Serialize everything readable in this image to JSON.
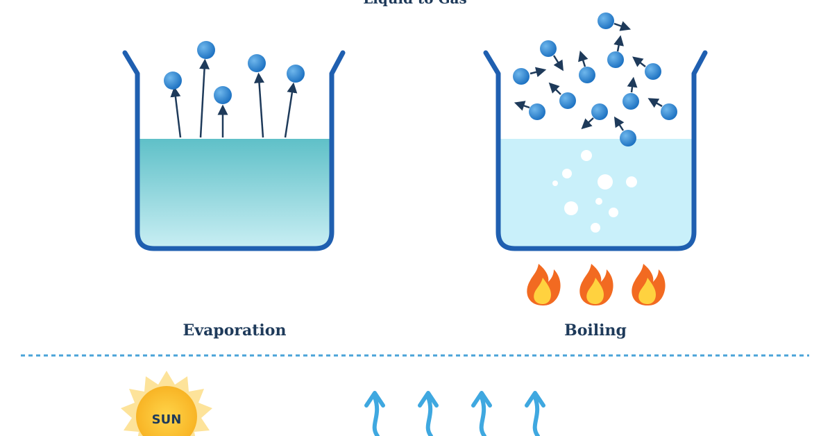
{
  "title_partial": "Liquid to Gas",
  "panels": {
    "evaporation": {
      "label": "Evaporation"
    },
    "boiling": {
      "label": "Boiling"
    }
  },
  "sun": {
    "label": "SUN"
  },
  "colors": {
    "outline": "#1f5fb0",
    "water_evap_top": "#62c2c9",
    "water_evap_bottom": "#c8eef3",
    "water_boil": "#c9f0fa",
    "molecule": "#1f78c8",
    "arrow_dark": "#1e3a5a",
    "arrow_light": "#3fa8e0",
    "flame_outer": "#f26a21",
    "flame_inner": "#ffd23f",
    "sun": "#fbc531",
    "dashed_line": "#4aa3d8"
  },
  "icons": [
    "flame-icon",
    "sun-icon",
    "heat-arrow-icon",
    "molecule-icon"
  ]
}
